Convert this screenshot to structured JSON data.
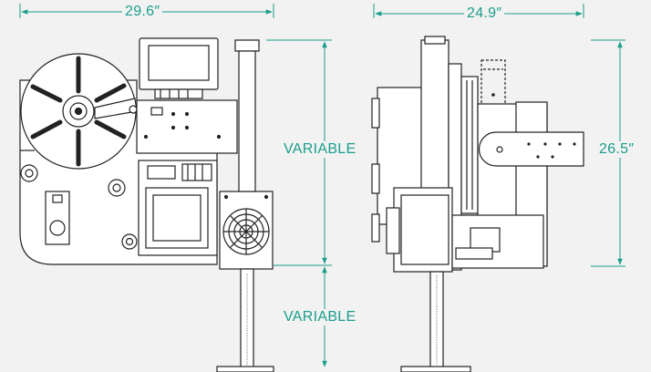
{
  "dimensions": {
    "front_width": "29.6″",
    "side_width": "24.9″",
    "side_height": "26.5″",
    "variable_upper": "VARIABLE",
    "variable_lower": "VARIABLE"
  },
  "colors": {
    "background": "#f2f2f2",
    "dimension": "#1a9e8c",
    "line": "#222222",
    "fill": "#ffffff"
  }
}
